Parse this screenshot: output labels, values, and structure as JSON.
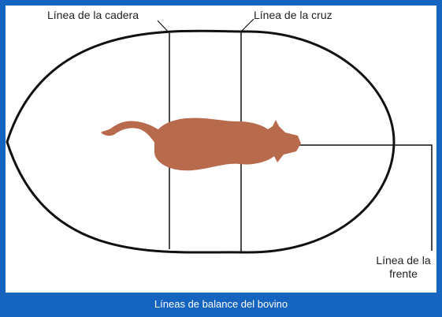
{
  "labels": {
    "hip_line": "Línea de la cadera",
    "withers_line": "Línea de la cruz",
    "front_line_1": "Línea de la",
    "front_line_2": "frente"
  },
  "caption": "Líneas de balance del bovino",
  "colors": {
    "frame": "#1565c0",
    "panel": "#ffffff",
    "outline": "#111111",
    "animal": "#b86a4d"
  },
  "icons": {
    "animal": "cattle-silhouette-top-view"
  }
}
